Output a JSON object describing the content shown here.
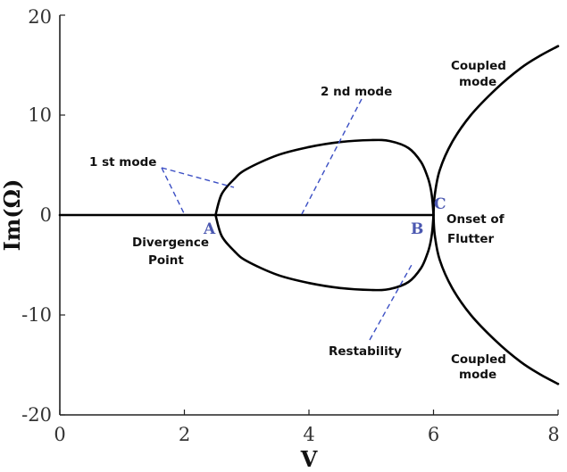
{
  "chart_data": {
    "type": "line",
    "xlabel": "V",
    "ylabel": "Im(Ω)",
    "xlim": [
      0,
      8
    ],
    "ylim": [
      -20,
      20
    ],
    "xticks": [
      "0",
      "2",
      "4",
      "6",
      "8"
    ],
    "yticks": [
      "-20",
      "-10",
      "0",
      "10",
      "20"
    ],
    "grid": false,
    "series": [
      {
        "x": [
          0,
          2.5
        ],
        "y": [
          0,
          0
        ]
      },
      {
        "x": [
          2.5,
          2.6,
          2.8,
          3.0,
          3.5,
          4.0,
          4.5,
          5.0,
          5.3,
          5.6,
          5.8,
          5.9,
          5.95,
          5.98,
          6.0
        ],
        "y": [
          0,
          2.1,
          3.6,
          4.6,
          6.0,
          6.8,
          7.3,
          7.5,
          7.4,
          6.7,
          5.3,
          3.9,
          2.8,
          1.6,
          0
        ]
      },
      {
        "x": [
          2.5,
          2.6,
          2.8,
          3.0,
          3.5,
          4.0,
          4.5,
          5.0,
          5.3,
          5.6,
          5.8,
          5.9,
          5.95,
          5.98,
          6.0
        ],
        "y": [
          0,
          -2.1,
          -3.6,
          -4.6,
          -6.0,
          -6.8,
          -7.3,
          -7.5,
          -7.4,
          -6.7,
          -5.3,
          -3.9,
          -2.8,
          -1.6,
          0
        ]
      },
      {
        "x": [
          2.5,
          6.0
        ],
        "y": [
          0,
          0
        ]
      },
      {
        "x": [
          6.0,
          6.02,
          6.1,
          6.3,
          6.6,
          7.0,
          7.4,
          7.7,
          8.0
        ],
        "y": [
          0,
          2.0,
          4.5,
          7.3,
          10.0,
          12.6,
          14.7,
          15.9,
          16.9
        ]
      },
      {
        "x": [
          6.0,
          6.02,
          6.1,
          6.3,
          6.6,
          7.0,
          7.4,
          7.7,
          8.0
        ],
        "y": [
          0,
          -2.0,
          -4.5,
          -7.3,
          -10.0,
          -12.6,
          -14.7,
          -15.9,
          -16.9
        ]
      }
    ],
    "points": [
      {
        "label": "A",
        "x": 2.5,
        "y": 0
      },
      {
        "label": "B",
        "x": 5.95,
        "y": 0
      },
      {
        "label": "C",
        "x": 6.0,
        "y": 0
      }
    ],
    "annotations": [
      {
        "text": "1 st mode"
      },
      {
        "text": "2 nd mode"
      },
      {
        "text": "Divergence"
      },
      {
        "text": "Point"
      },
      {
        "text": "Onset of"
      },
      {
        "text": "Flutter"
      },
      {
        "text": "Restability"
      },
      {
        "text": "Coupled"
      },
      {
        "text": "mode"
      },
      {
        "text": "Coupled"
      },
      {
        "text": "mode"
      }
    ]
  }
}
